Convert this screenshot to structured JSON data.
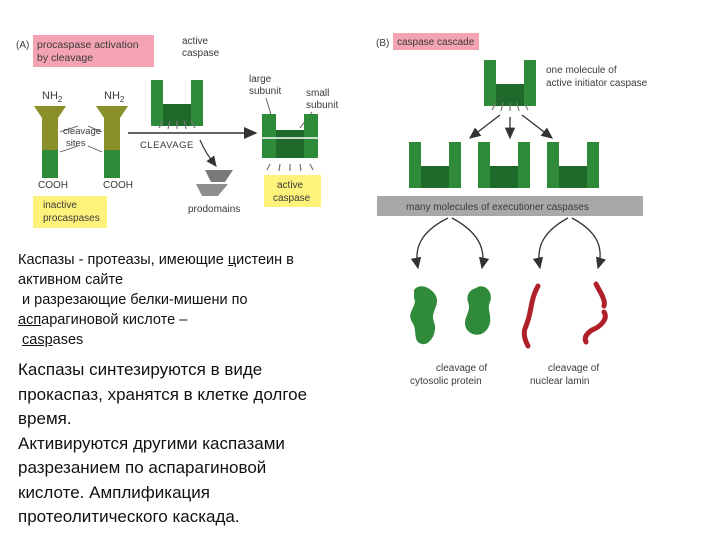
{
  "panel_a": {
    "tag": "(A)",
    "title_line1": "procaspase activation",
    "title_line2": "by cleavage",
    "nh2_left": "NH",
    "nh2_right": "NH",
    "nh2_sub": "2",
    "cleavage_sites_line1": "cleavage",
    "cleavage_sites_line2": "sites",
    "cooh_left": "COOH",
    "cooh_right": "COOH",
    "inactive_line1": "inactive",
    "inactive_line2": "procaspases",
    "active_caspase_top_line1": "active",
    "active_caspase_top_line2": "caspase",
    "large_subunit_line1": "large",
    "large_subunit_line2": "subunit",
    "small_subunit_line1": "small",
    "small_subunit_line2": "subunit",
    "cleavage": "CLEAVAGE",
    "prodomains": "prodomains",
    "active_caspase_box_line1": "active",
    "active_caspase_box_line2": "caspase"
  },
  "panel_b": {
    "tag": "(B)",
    "title": "caspase cascade",
    "initiator_line1": "one molecule of",
    "initiator_line2": "active initiator caspase",
    "executioner_bar": "many molecules of executioner caspases",
    "cytosolic_line1": "cleavage of",
    "cytosolic_line2": "cytosolic protein",
    "lamin_line1": "cleavage of",
    "lamin_line2": "nuclear lamin"
  },
  "text": {
    "p1_line1_pre": "Каспазы - протеазы, имеющие ",
    "p1_line1_ul": "ц",
    "p1_line1_post": "истеин в",
    "p1_line2": "активном сайте",
    "p1_line3": " и разрезающие белки-мишени по",
    "p1_line4_ul": "асп",
    "p1_line4_post": "арагиновой кислоте –",
    "p1_line5_pre": " ",
    "p1_line5_ul": "casp",
    "p1_line5_post": "ases",
    "p2_line1": "Каспазы синтезируются в виде",
    "p2_line2": "прокаспаз, хранятся в клетке долгое",
    "p2_line3": "время.",
    "p2_line4": "Активируются другими каспазами",
    "p2_line5": "разрезанием по аспарагиновой",
    "p2_line6": "кислоте. Амплификация",
    "p2_line7": "протеолитического каскада."
  },
  "colors": {
    "green": "#2f8a3a",
    "dark_green": "#1f6a2a",
    "olive": "#8a8f2a",
    "pink": "#f3a3b3",
    "yellow": "#fff27a",
    "grey_bar": "#a8a8a8",
    "dark_red": "#b0202a"
  }
}
